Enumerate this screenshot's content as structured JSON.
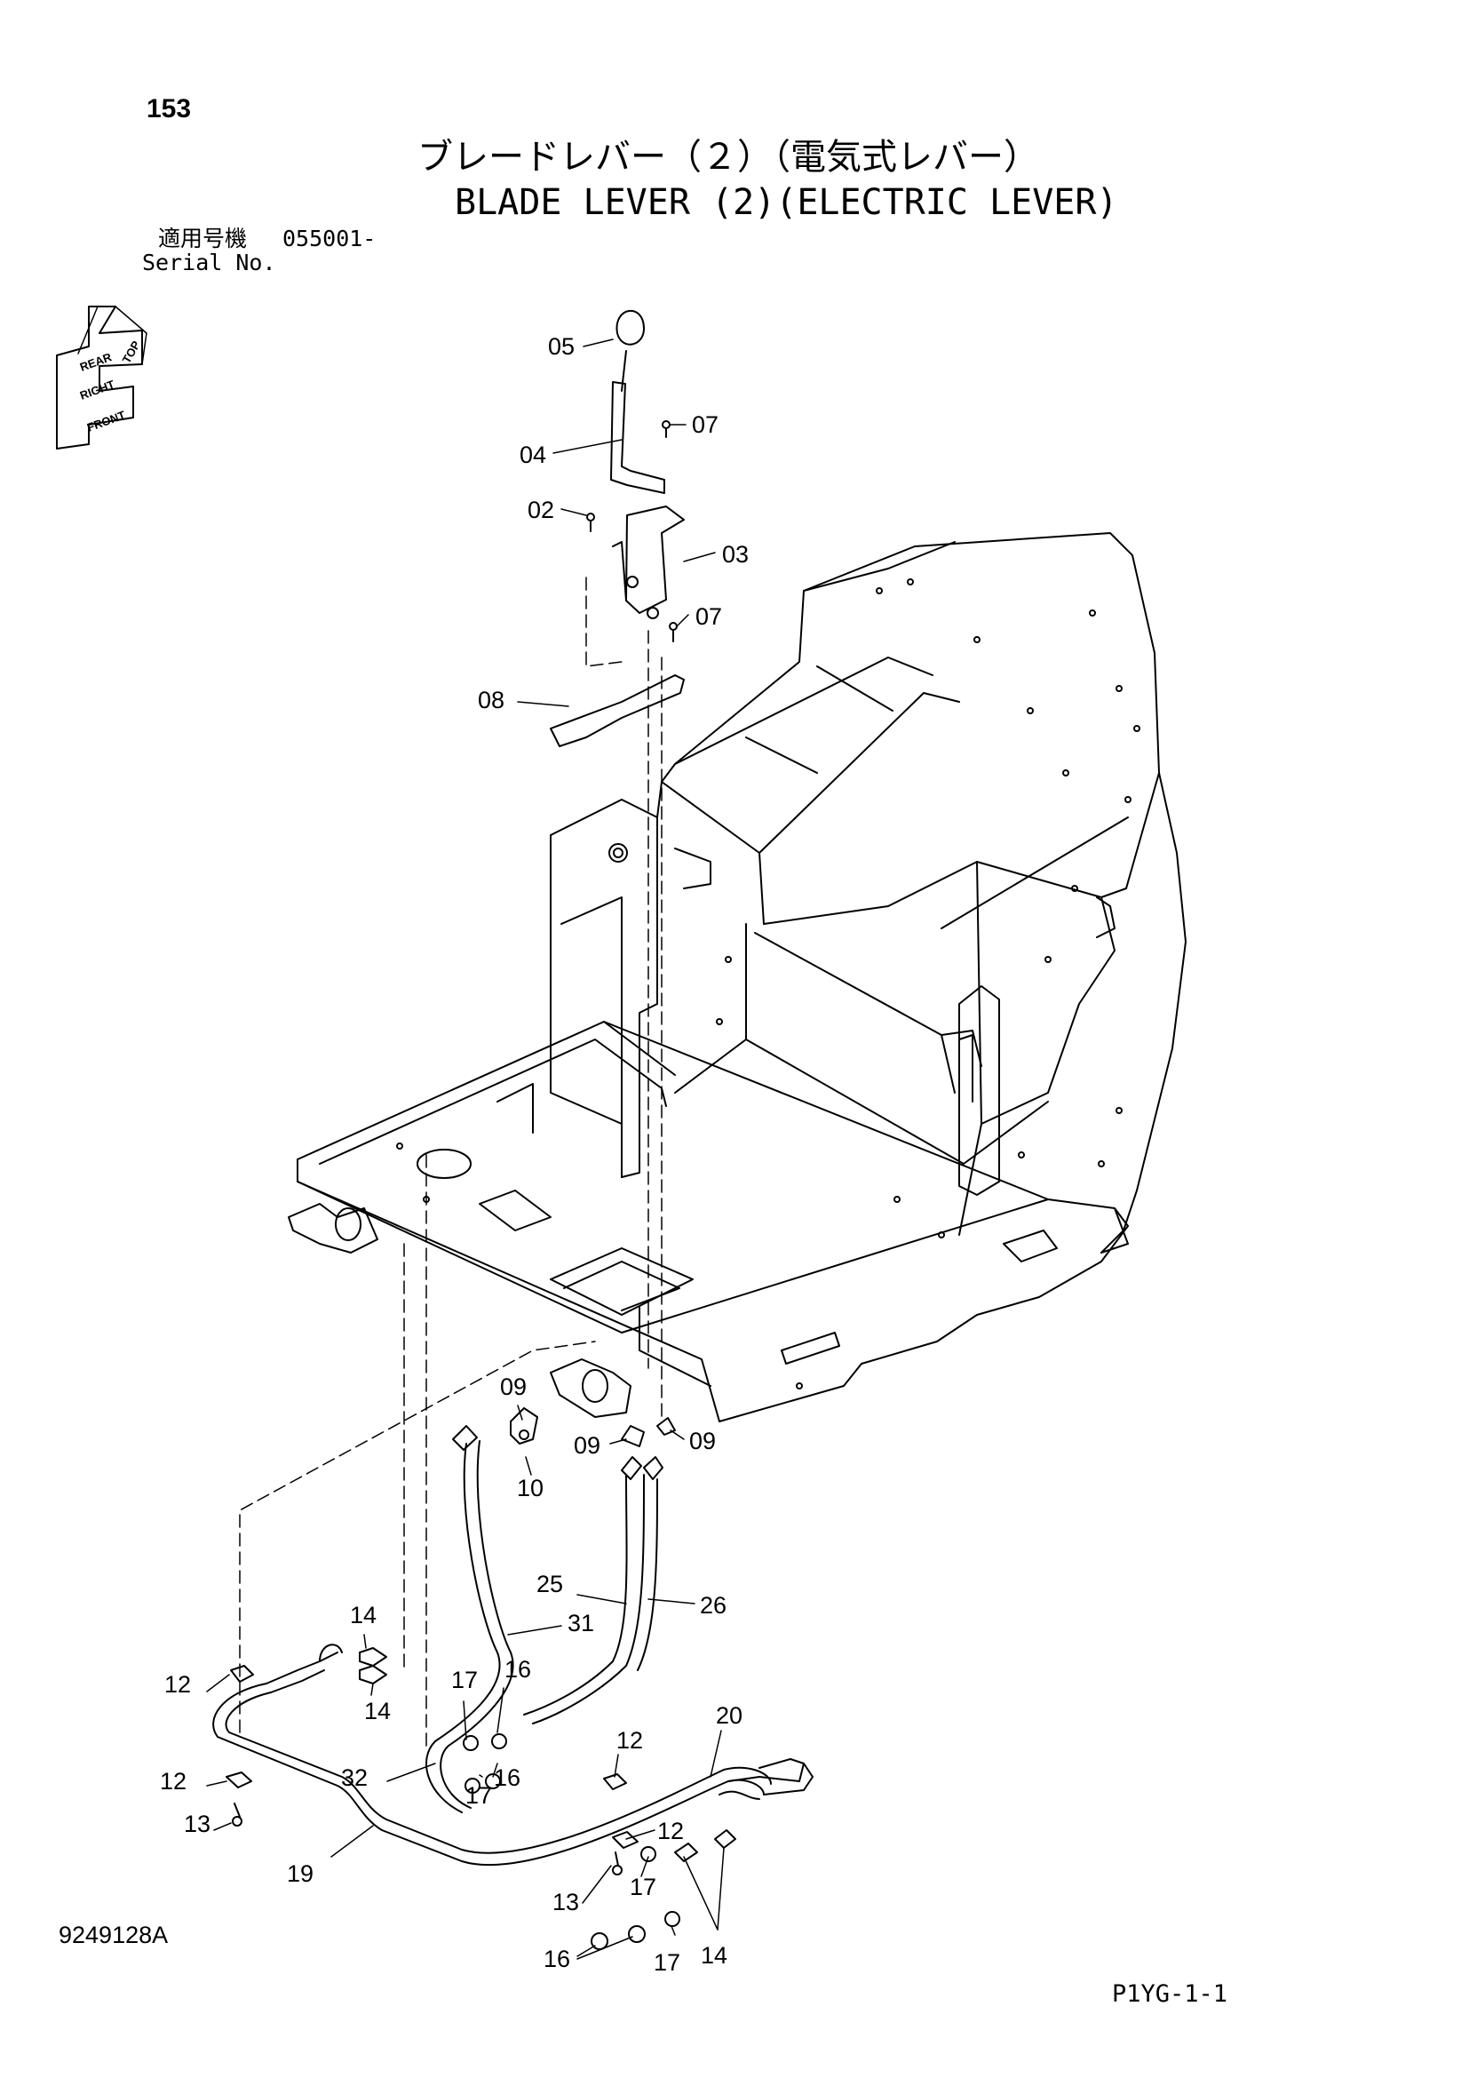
{
  "header": {
    "page_number": "153",
    "title_jp": "ブレードレバー（２）（電気式レバー）",
    "title_en": "BLADE LEVER (2)(ELECTRIC LEVER)",
    "applicability_jp": "適用号機",
    "serial_label": "Serial No.",
    "serial_range": "055001-"
  },
  "orientation_indicator": {
    "labels": [
      "TOP",
      "REAR",
      "RIGHT",
      "FRONT"
    ]
  },
  "callouts": [
    "05",
    "07",
    "04",
    "02",
    "03",
    "07",
    "08",
    "09",
    "09",
    "09",
    "10",
    "25",
    "26",
    "31",
    "14",
    "14",
    "12",
    "17",
    "16",
    "17",
    "16",
    "32",
    "20",
    "12",
    "12",
    "13",
    "12",
    "19",
    "17",
    "13",
    "16",
    "17",
    "14"
  ],
  "footer": {
    "drawing_number": "9249128A",
    "page_code": "P1YG-1-1"
  }
}
